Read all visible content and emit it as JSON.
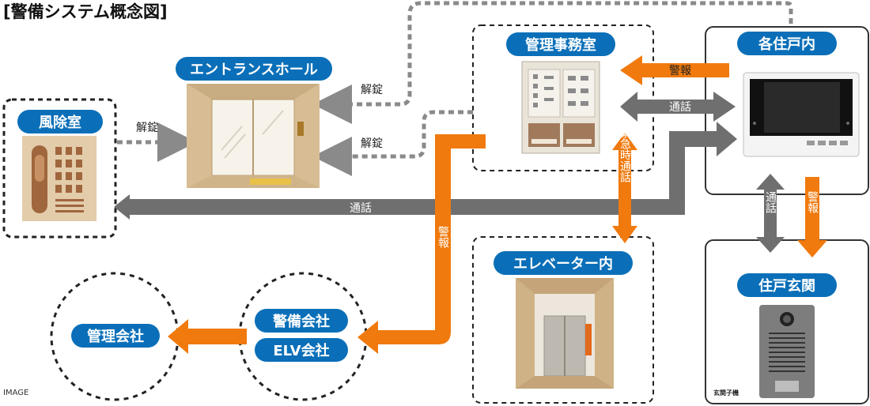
{
  "title": "[警備システム概念図]",
  "footer_note": "IMAGE",
  "nodes": {
    "fujoshitsu": "風除室",
    "entrance_hall": "エントランスホール",
    "kanri_jimushitsu": "管理事務室",
    "kaku_jukonai": "各住戸内",
    "elevator": "エレベーター内",
    "jukogenkan": "住戸玄関",
    "kanri_kaisha": "管理会社",
    "keibi_kaisha": "警備会社",
    "elv_kaisha": "ELV会社",
    "genkan_koki": "玄関子機"
  },
  "labels": {
    "kaijo_1": "解錠",
    "kaijo_2": "解錠",
    "kaijo_3": "解錠",
    "keiho_top": "警報",
    "tsuwa_top": "通話",
    "tsuwa_long": "通話",
    "kinkyuji_tsuwa": "緊急時通話",
    "keiho_vertical": "警報",
    "tsuwa_vertical_right": "通話",
    "keiho_vertical_right": "警報"
  },
  "colors": {
    "accent_blue": "#0a6fb8",
    "alarm_orange": "#f07a0e",
    "call_gray": "#6f6f6f",
    "dashed_gray": "#8a8a8a"
  }
}
